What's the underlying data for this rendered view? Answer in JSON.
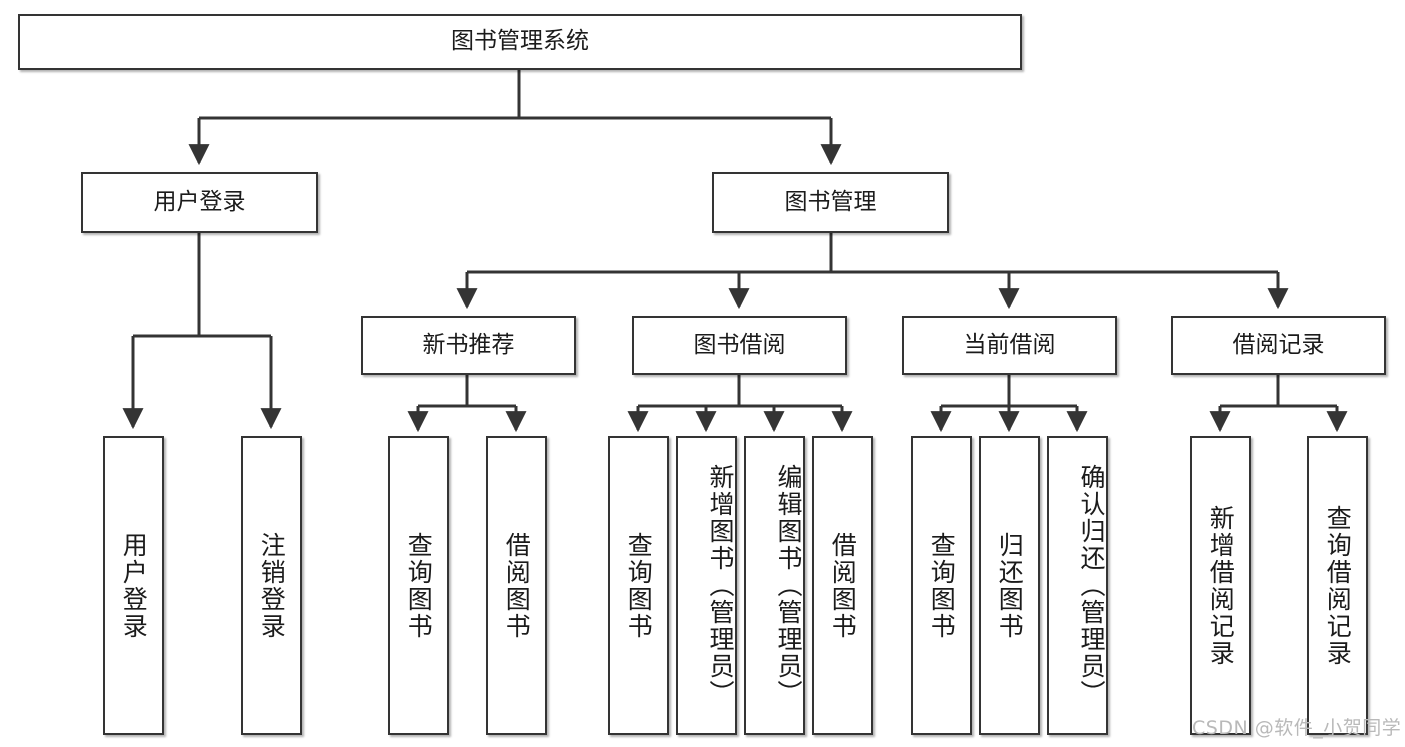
{
  "diagram": {
    "title": "图书管理系统",
    "watermark": "CSDN @软件_小贺同学",
    "line_color": "#343434",
    "box_border_color": "#343434",
    "box_fill_color": "#ffffff",
    "text_color": "#1b1b1b"
  },
  "nodes": {
    "root": {
      "label": "图书管理系统"
    },
    "level1": [
      {
        "label": "用户登录"
      },
      {
        "label": "图书管理"
      }
    ],
    "level2": [
      {
        "label": "新书推荐"
      },
      {
        "label": "图书借阅"
      },
      {
        "label": "当前借阅"
      },
      {
        "label": "借阅记录"
      }
    ],
    "leaves": {
      "user_login": [
        {
          "label": "用户登录"
        },
        {
          "label": "注销登录"
        }
      ],
      "new_book": [
        {
          "label": "查询图书"
        },
        {
          "label": "借阅图书"
        }
      ],
      "borrow": [
        {
          "label": "查询图书"
        },
        {
          "label": "新增图书（管理员）"
        },
        {
          "label": "编辑图书（管理员）"
        },
        {
          "label": "借阅图书"
        }
      ],
      "current": [
        {
          "label": "查询图书"
        },
        {
          "label": "归还图书"
        },
        {
          "label": "确认归还（管理员）"
        }
      ],
      "records": [
        {
          "label": "新增借阅记录"
        },
        {
          "label": "查询借阅记录"
        }
      ]
    }
  },
  "chart_data": {
    "type": "table",
    "title": "图书管理系统 功能结构图",
    "tree": {
      "name": "图书管理系统",
      "children": [
        {
          "name": "用户登录",
          "children": [
            {
              "name": "用户登录"
            },
            {
              "name": "注销登录"
            }
          ]
        },
        {
          "name": "图书管理",
          "children": [
            {
              "name": "新书推荐",
              "children": [
                {
                  "name": "查询图书"
                },
                {
                  "name": "借阅图书"
                }
              ]
            },
            {
              "name": "图书借阅",
              "children": [
                {
                  "name": "查询图书"
                },
                {
                  "name": "新增图书（管理员）"
                },
                {
                  "name": "编辑图书（管理员）"
                },
                {
                  "name": "借阅图书"
                }
              ]
            },
            {
              "name": "当前借阅",
              "children": [
                {
                  "name": "查询图书"
                },
                {
                  "name": "归还图书"
                },
                {
                  "name": "确认归还（管理员）"
                }
              ]
            },
            {
              "name": "借阅记录",
              "children": [
                {
                  "name": "新增借阅记录"
                },
                {
                  "name": "查询借阅记录"
                }
              ]
            }
          ]
        }
      ]
    }
  }
}
